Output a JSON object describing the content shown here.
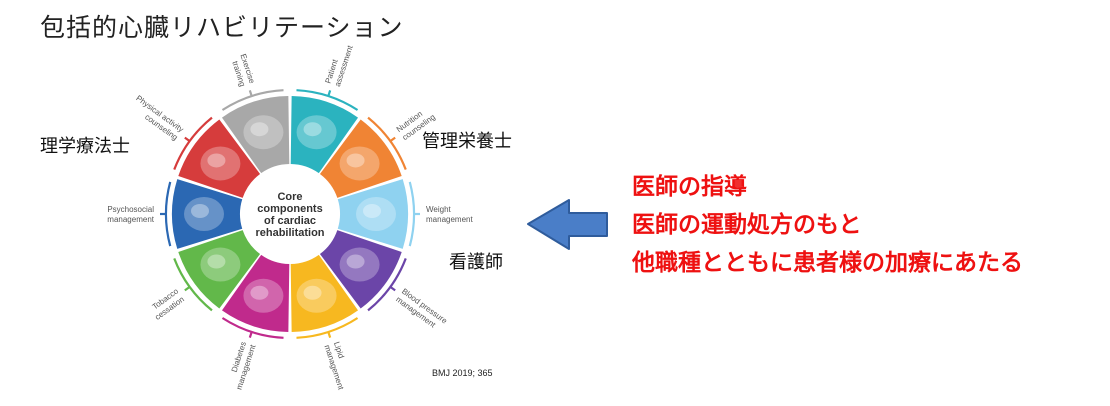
{
  "title": "包括的心臓リハビリテーション",
  "roles": {
    "physical_therapist": "理学療法士",
    "dietitian": "管理栄養士",
    "nurse": "看護師"
  },
  "wheel": {
    "center_text": [
      "Core",
      "components",
      "of cardiac",
      "rehabilitation"
    ],
    "segments": [
      {
        "name": "patient-assessment",
        "color": "#2bb3bf",
        "icon": "human-body-icon",
        "label_lines": [
          "Patient",
          "assessment"
        ]
      },
      {
        "name": "nutrition-counseling",
        "color": "#f08434",
        "icon": "apple-icon",
        "label_lines": [
          "Nutrition",
          "counseling"
        ]
      },
      {
        "name": "weight-management",
        "color": "#8fd2f0",
        "icon": "abdomen-icon",
        "label_lines": [
          "Weight",
          "management"
        ]
      },
      {
        "name": "blood-pressure-management",
        "color": "#6b45a8",
        "icon": "blood-cell-icon",
        "label_lines": [
          "Blood pressure",
          "management"
        ]
      },
      {
        "name": "lipid-management",
        "color": "#f7b820",
        "icon": "lipid-droplets-icon",
        "label_lines": [
          "Lipid",
          "management"
        ]
      },
      {
        "name": "diabetes-management",
        "color": "#c02a8c",
        "icon": "pancreas-icon",
        "label_lines": [
          "Diabetes",
          "management"
        ]
      },
      {
        "name": "tobacco-cessation",
        "color": "#62b84a",
        "icon": "cigarette-icon",
        "label_lines": [
          "Tobacco",
          "cessation"
        ]
      },
      {
        "name": "psychosocial-management",
        "color": "#2b68b3",
        "icon": "brain-icon",
        "label_lines": [
          "Psychosocial",
          "management"
        ]
      },
      {
        "name": "physical-activity-counseling",
        "color": "#d63c3c",
        "icon": "heart-icon",
        "label_lines": [
          "Physical activity",
          "counseling"
        ]
      },
      {
        "name": "exercise-training",
        "color": "#a8a8a8",
        "icon": "exercise-figure-icon",
        "label_lines": [
          "Exercise",
          "training"
        ]
      }
    ]
  },
  "message_lines": [
    "医師の指導",
    "医師の運動処方のもと",
    "他職種とともに患者様の加療にあたる"
  ],
  "citation": "BMJ 2019; 365",
  "colors": {
    "message": "#ee1111",
    "arrow_fill": "#4a7ec8",
    "arrow_stroke": "#2f5c9c"
  }
}
